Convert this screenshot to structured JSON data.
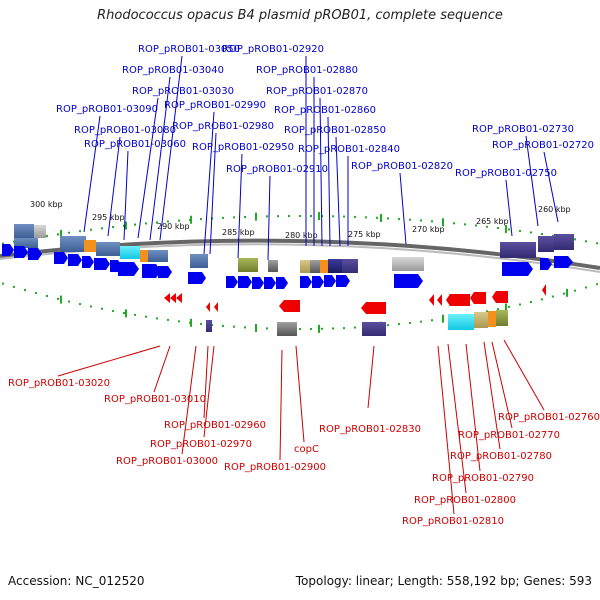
{
  "title": "Rhodococcus opacus B4 plasmid pROB01, complete sequence",
  "footer": {
    "accession_label": "Accession:",
    "accession": "NC_012520",
    "topology_text": "Topology: linear; Length: 558,192 bp; Genes: 593"
  },
  "colors": {
    "upper_label": "#0000cc",
    "lower_label": "#cc0000",
    "forward_arrow": "#0000ee",
    "reverse_arrow": "#ee0000",
    "tick": "#22aa22",
    "backbone": "#666666"
  },
  "scale_ticks": [
    "300 kbp",
    "295 kbp",
    "290 kbp",
    "285 kbp",
    "280 kbp",
    "275 kbp",
    "270 kbp",
    "265 kbp",
    "260 kbp"
  ],
  "upper_genes": [
    "ROP_pROB01-03050",
    "ROP_pROB01-03040",
    "ROP_pROB01-03030",
    "ROP_pROB01-03090",
    "ROP_pROB01-03080",
    "ROP_pROB01-03060",
    "ROP_pROB01-02990",
    "ROP_pROB01-02980",
    "ROP_pROB01-02950",
    "ROP_pROB01-02910",
    "ROP_pROB01-02920",
    "ROP_pROB01-02880",
    "ROP_pROB01-02870",
    "ROP_pROB01-02860",
    "ROP_pROB01-02850",
    "ROP_pROB01-02840",
    "ROP_pROB01-02820",
    "ROP_pROB01-02730",
    "ROP_pROB01-02720",
    "ROP_pROB01-02750"
  ],
  "lower_genes": [
    "ROP_pROB01-03020",
    "ROP_pROB01-03010",
    "ROP_pROB01-02960",
    "ROP_pROB01-02970",
    "ROP_pROB01-03000",
    "copC",
    "ROP_pROB01-02900",
    "ROP_pROB01-02830",
    "ROP_pROB01-02760",
    "ROP_pROB01-02770",
    "ROP_pROB01-02780",
    "ROP_pROB01-02790",
    "ROP_pROB01-02800",
    "ROP_pROB01-02810"
  ]
}
